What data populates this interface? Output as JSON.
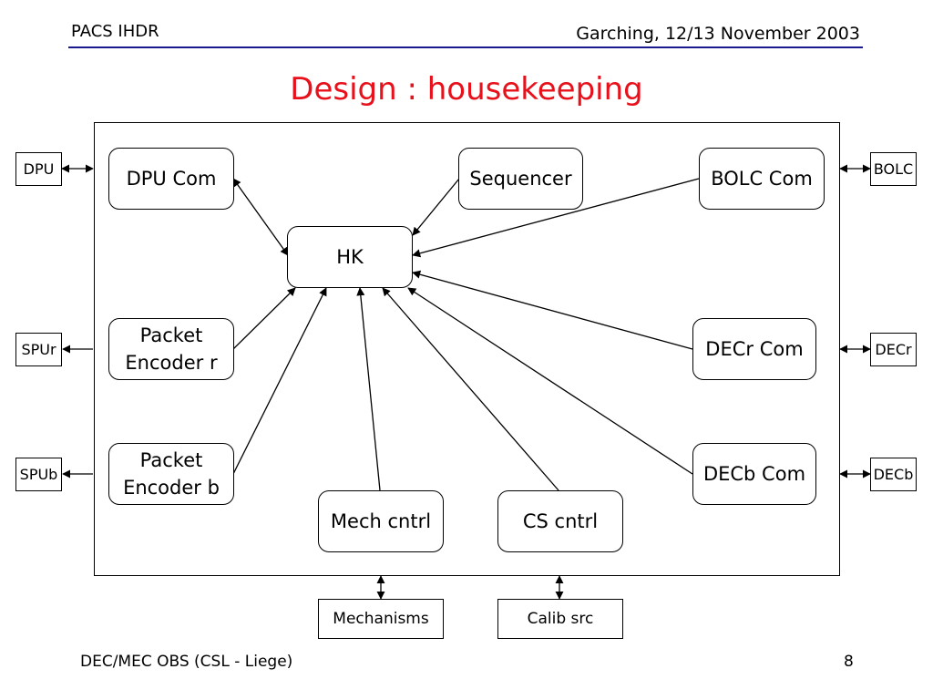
{
  "header": {
    "left": "PACS IHDR",
    "right": "Garching, 12/13 November 2003"
  },
  "title": "Design : housekeeping",
  "diagram": {
    "internal": {
      "dpu_com": "DPU Com",
      "sequencer": "Sequencer",
      "bolc_com": "BOLC Com",
      "hk": "HK",
      "packet_encoder_r": "Packet Encoder r",
      "decr_com": "DECr Com",
      "packet_encoder_b": "Packet Encoder b",
      "decb_com": "DECb Com",
      "mech_cntrl": "Mech cntrl",
      "cs_cntrl": "CS cntrl"
    },
    "external": {
      "dpu": "DPU",
      "spur": "SPUr",
      "spub": "SPUb",
      "bolc": "BOLC",
      "decr": "DECr",
      "decb": "DECb",
      "mechanisms": "Mechanisms",
      "calib_src": "Calib src"
    }
  },
  "footer": {
    "left": "DEC/MEC OBS (CSL - Liege)",
    "page": "8"
  }
}
